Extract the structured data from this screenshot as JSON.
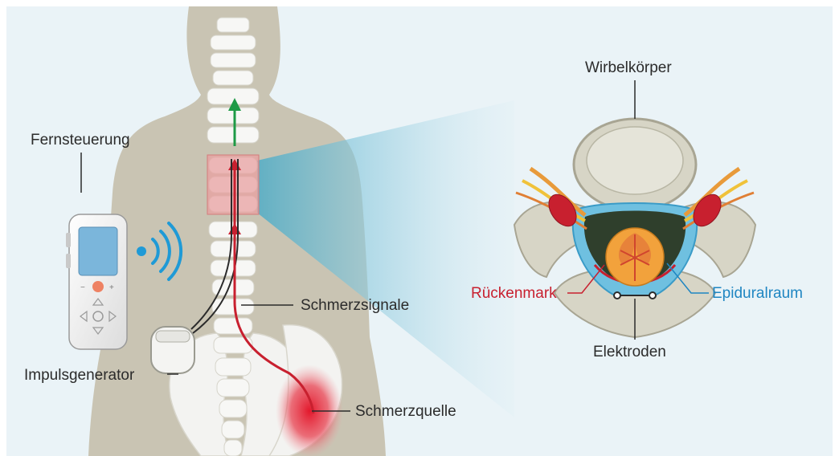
{
  "labels": {
    "remote": "Fernsteuerung",
    "generator": "Impulsgenerator",
    "pain_signals": "Schmerzsignale",
    "pain_source": "Schmerzquelle",
    "vertebral_body": "Wirbelkörper",
    "spinal_cord": "Rückenmark",
    "epidural_space": "Epiduralraum",
    "electrodes": "Elektroden"
  },
  "colors": {
    "background": "#eaf3f7",
    "body_silhouette": "#c9c4b3",
    "bone": "#f5f5f3",
    "pain_red": "#c8202f",
    "signal_green": "#1e9a46",
    "wireless_blue": "#1f9ad6",
    "epidural_blue": "#1f86c2",
    "highlight_zone": "#e8a0a0"
  },
  "icons": {
    "remote_control": "remote-control-icon",
    "wireless": "wireless-waves-icon",
    "generator": "pulse-generator-icon"
  }
}
